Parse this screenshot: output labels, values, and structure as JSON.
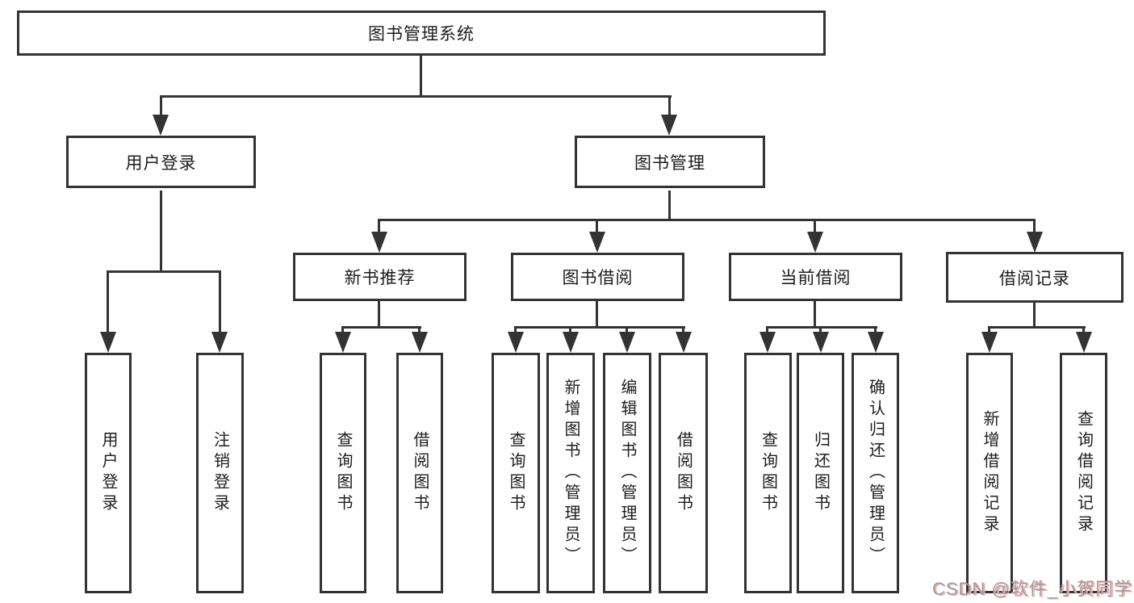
{
  "diagram": {
    "root": {
      "label": "图书管理系统"
    },
    "branches": [
      {
        "label": "用户登录",
        "children": [
          "用户登录",
          "注销登录"
        ]
      },
      {
        "label": "图书管理",
        "children": [
          {
            "label": "新书推荐",
            "children": [
              "查询图书",
              "借阅图书"
            ]
          },
          {
            "label": "图书借阅",
            "children": [
              "查询图书",
              "新增图书（管理员）",
              "编辑图书（管理员）",
              "借阅图书"
            ]
          },
          {
            "label": "当前借阅",
            "children": [
              "查询图书",
              "归还图书",
              "确认归还（管理员）"
            ]
          },
          {
            "label": "借阅记录",
            "children": [
              "新增借阅记录",
              "查询借阅记录"
            ]
          }
        ]
      }
    ]
  },
  "watermark": {
    "text": "CSDN @软件_小贺同学"
  },
  "colors": {
    "line": "#333333",
    "box_border": "#333333",
    "box_background": "#ffffff",
    "text": "#1d1d1d",
    "watermark_gray": "#9c9c9c",
    "watermark_red_shadow": "#fcaaaa",
    "background": "#ffffff"
  }
}
